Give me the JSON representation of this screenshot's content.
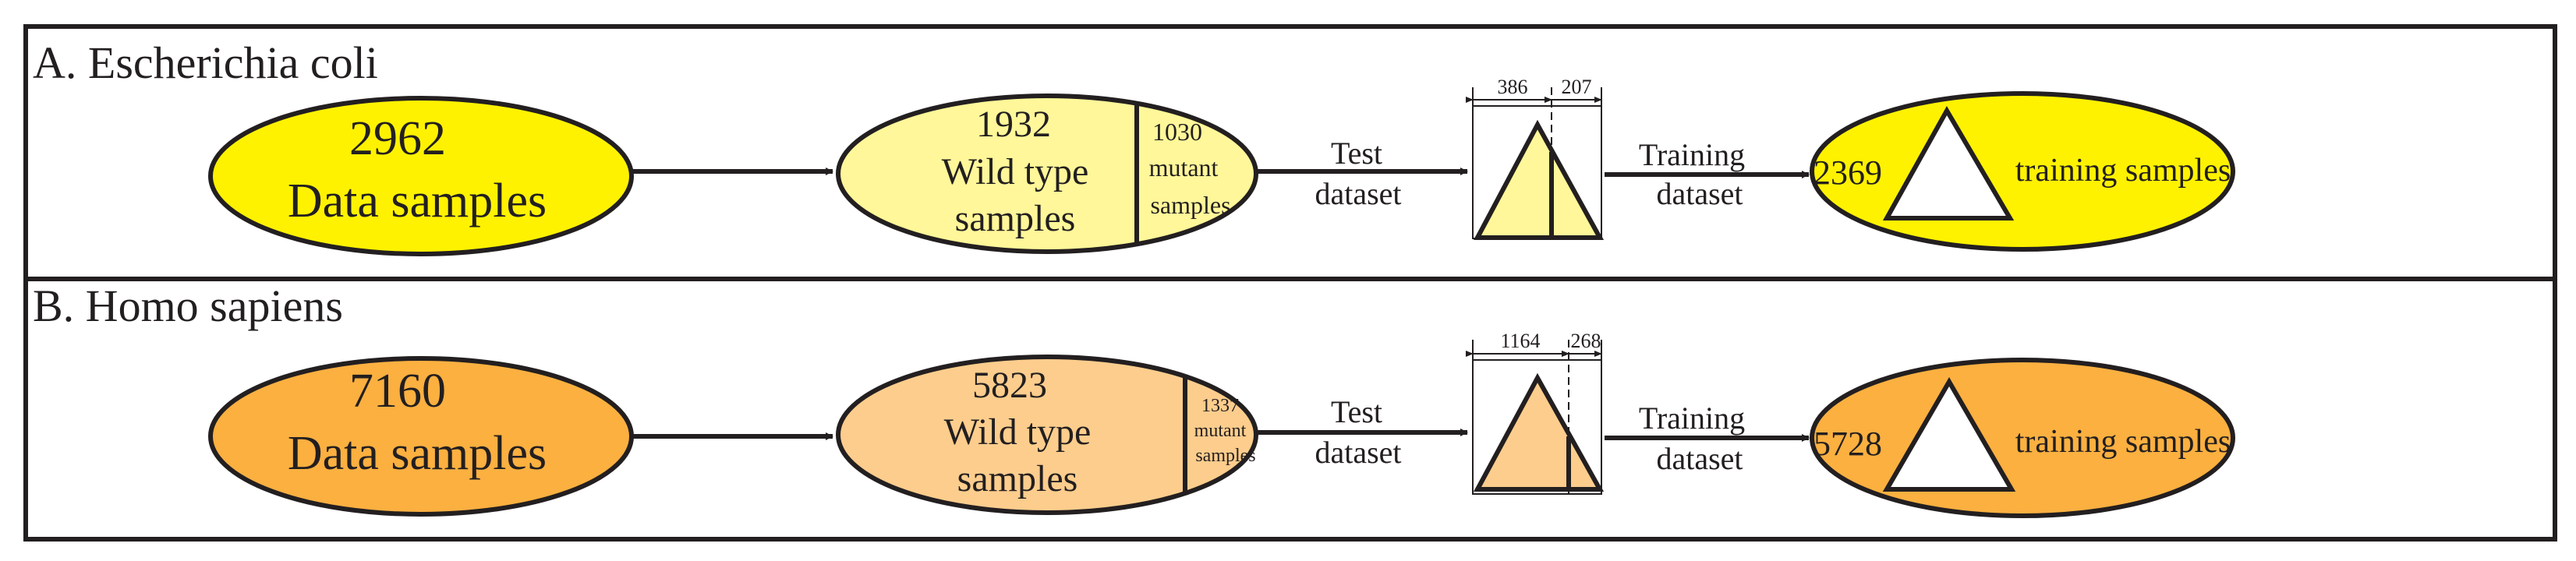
{
  "colors": {
    "stroke": "#231f20",
    "ecoli_main": "#fff200",
    "ecoli_light": "#fff799",
    "human_main": "#fbb040",
    "human_light": "#fdcd8d",
    "white": "#ffffff"
  },
  "panels": [
    {
      "id": "ecoli",
      "title": "A.  Escherichia coli",
      "total_count": "2962",
      "total_label": "Data samples",
      "wild_count": "1932",
      "wild_label_1": "Wild type",
      "wild_label_2": "samples",
      "mutant_count": "1030",
      "mutant_label_1": "mutant",
      "mutant_label_2": "samples",
      "test_label_1": "Test",
      "test_label_2": "dataset",
      "split_left": "386",
      "split_right": "207",
      "train_label_1": "Training",
      "train_label_2": "dataset",
      "training_count": "2369",
      "training_label": "training samples"
    },
    {
      "id": "human",
      "title": "B. Homo  sapiens",
      "total_count": "7160",
      "total_label": "Data samples",
      "wild_count": "5823",
      "wild_label_1": "Wild type",
      "wild_label_2": "samples",
      "mutant_count": "1337",
      "mutant_label_1": "mutant",
      "mutant_label_2": "samples",
      "test_label_1": "Test",
      "test_label_2": "dataset",
      "split_left": "1164",
      "split_right": "268",
      "train_label_1": "Training",
      "train_label_2": "dataset",
      "training_count": "5728",
      "training_label": "training samples"
    }
  ]
}
